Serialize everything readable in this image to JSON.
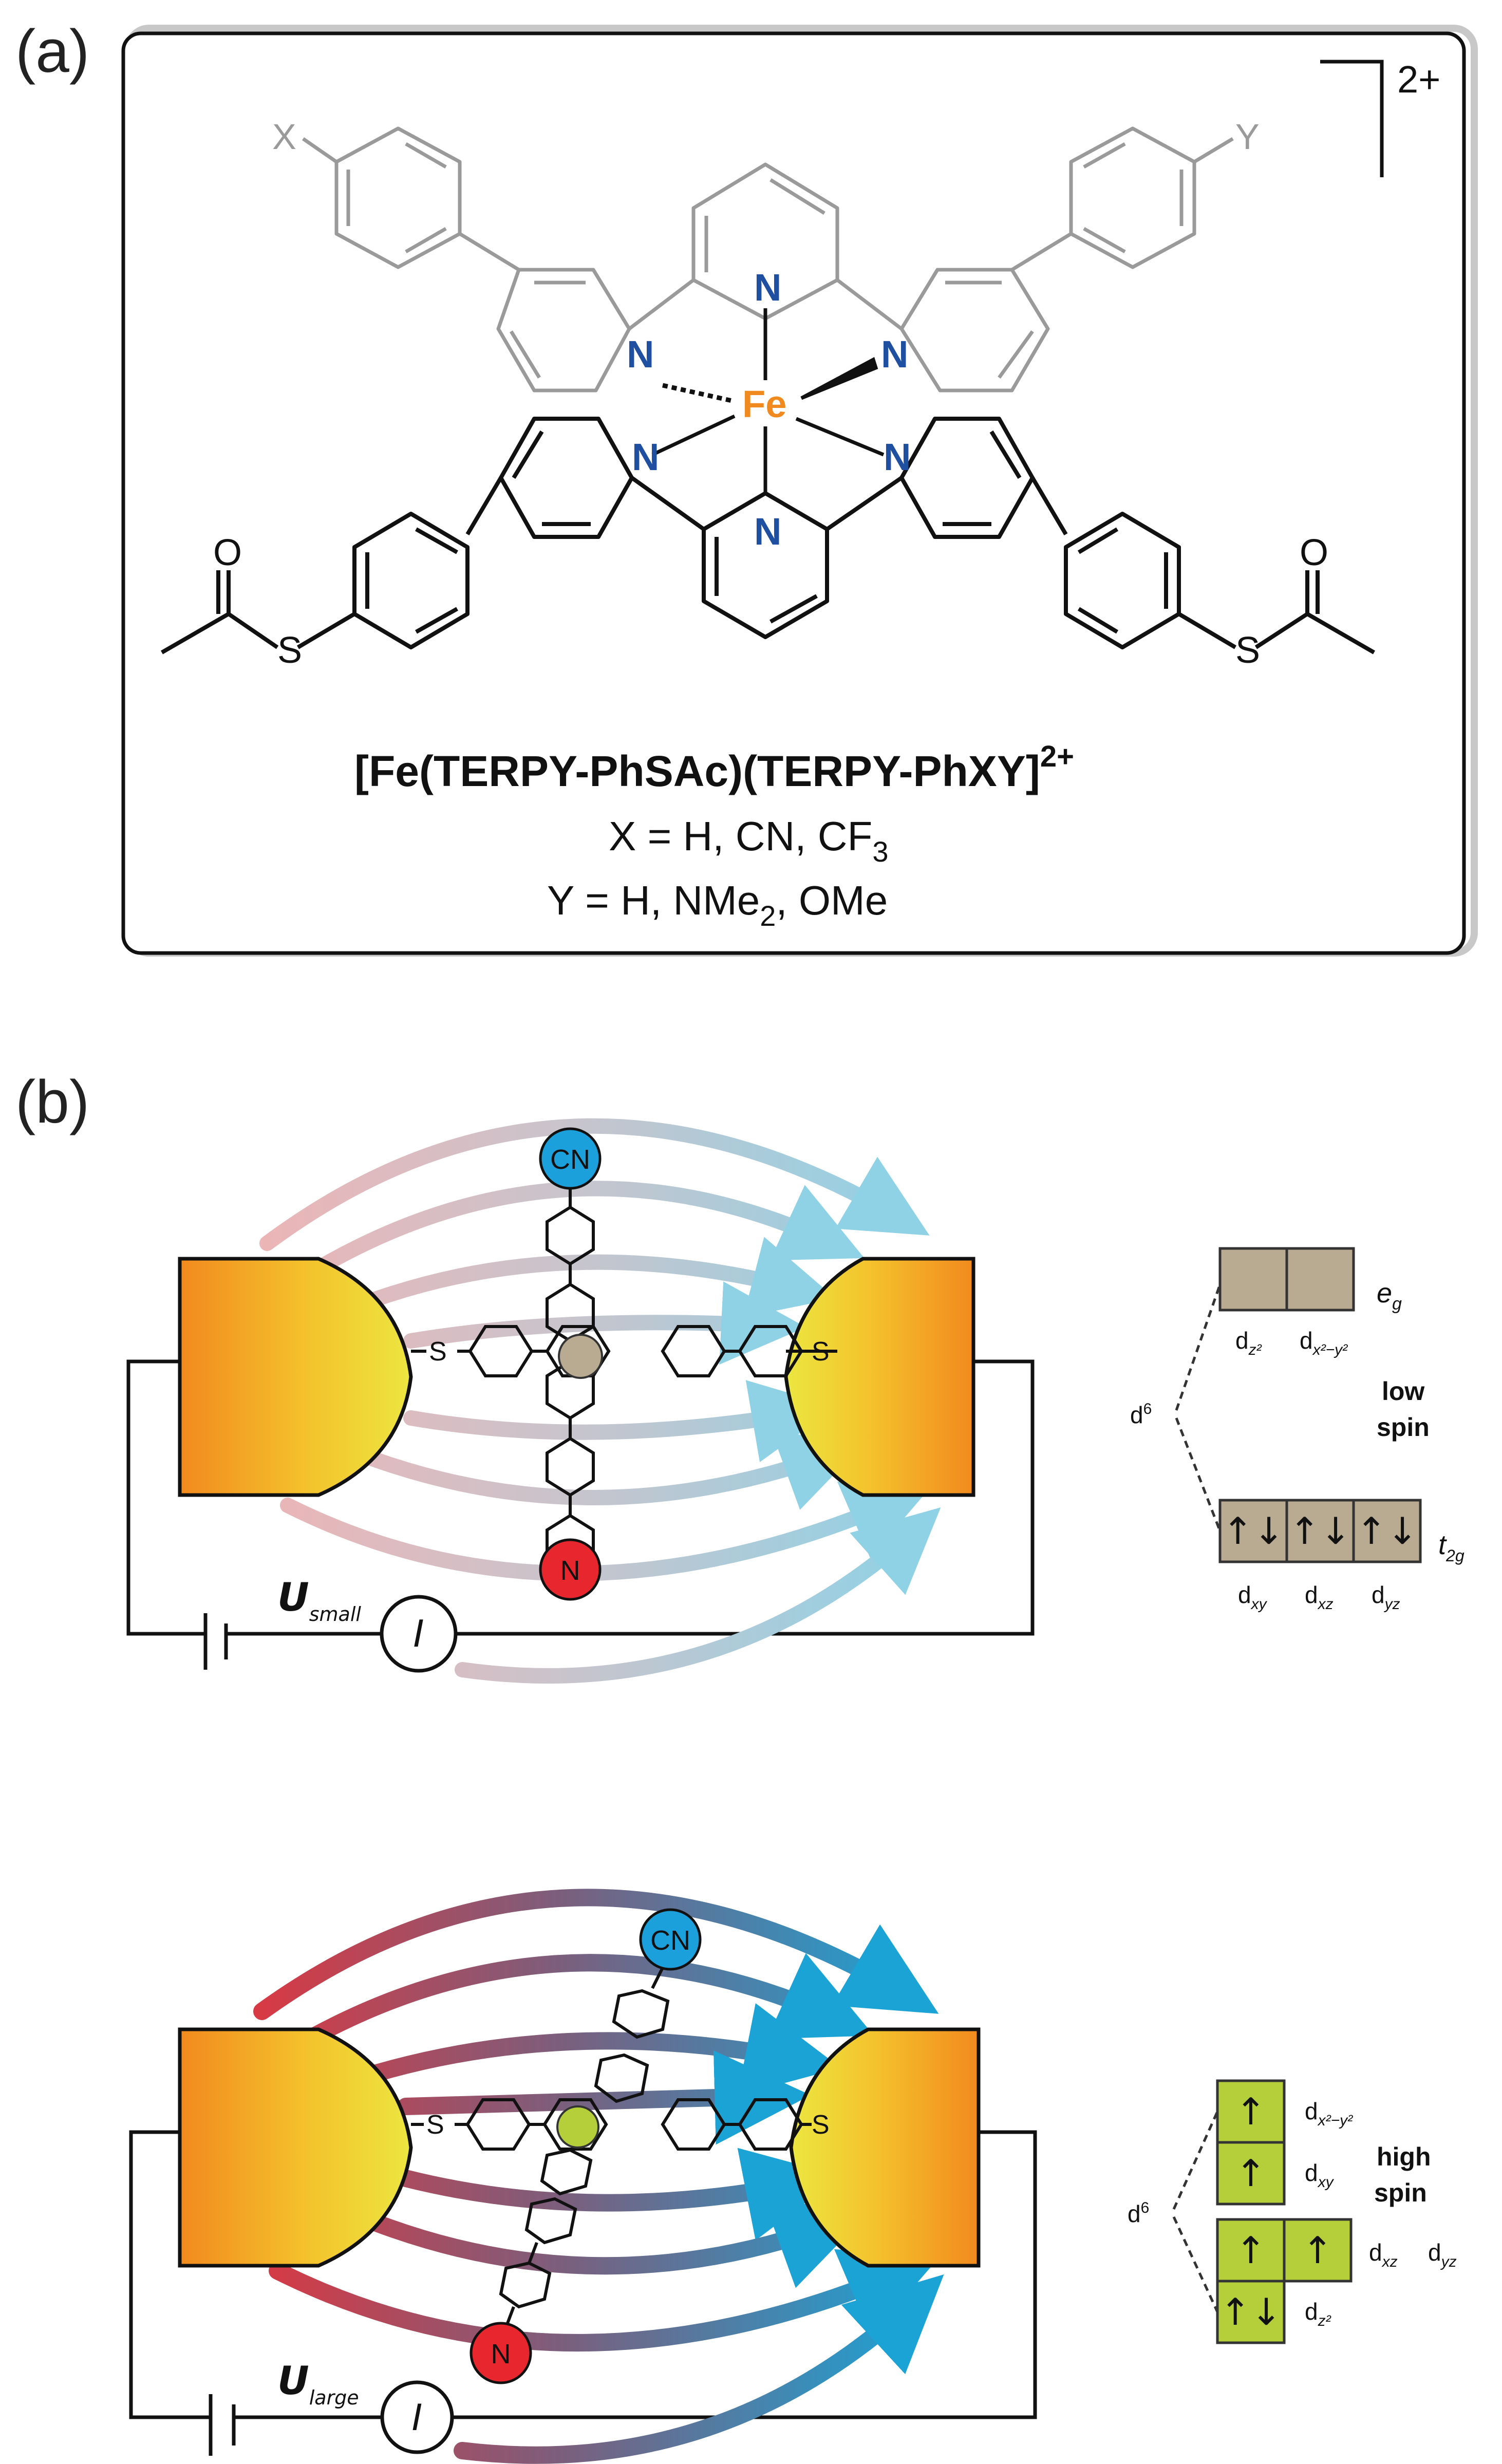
{
  "panel_a": {
    "label": "(a)",
    "charge": "2+",
    "sub_x": "X",
    "sub_y": "Y",
    "metal": "Fe",
    "n_atom": "N",
    "s_atom": "S",
    "o_atom": "O",
    "formula_main": "[Fe(TERPY-PhSAc)(TERPY-PhXY]",
    "formula_sup": "2+",
    "x_line_pre": "X = H, CN, CF",
    "x_line_sub": "3",
    "y_line_pre": "Y = H, NMe",
    "y_line_sub": "2",
    "y_line_post": ", OMe"
  },
  "panel_b": {
    "label": "(b)",
    "cn_label": "CN",
    "n_label": "N",
    "s_label": "S",
    "top": {
      "voltage_symbol": "U",
      "voltage_sub": "small",
      "current_symbol": "I",
      "d_config": "d",
      "d_config_sup": "6",
      "eg_label": "e",
      "eg_sub": "g",
      "t2g_label": "t",
      "t2g_sub": "2g",
      "spin_line1": "low",
      "spin_line2": "spin",
      "eg_orbitals": [
        "d",
        "d"
      ],
      "eg_orbital_subs": [
        "z²",
        "x²−y²"
      ],
      "t2g_orbitals": [
        "d",
        "d",
        "d"
      ],
      "t2g_orbital_subs": [
        "xy",
        "xz",
        "yz"
      ],
      "t2g_occupancy": [
        "↑↓",
        "↑↓",
        "↑↓"
      ]
    },
    "bottom": {
      "voltage_symbol": "U",
      "voltage_sub": "large",
      "current_symbol": "I",
      "d_config": "d",
      "d_config_sup": "6",
      "spin_line1": "high",
      "spin_line2": "spin",
      "orbitals": {
        "x2y2": {
          "label": "d",
          "sub": "x²−y²",
          "occupancy": "↑"
        },
        "xy": {
          "label": "d",
          "sub": "xy",
          "occupancy": "↑"
        },
        "xz": {
          "label": "d",
          "sub": "xz",
          "occupancy": "↑"
        },
        "yz": {
          "label": "d",
          "sub": "yz",
          "occupancy": "↑"
        },
        "z2": {
          "label": "d",
          "sub": "z²",
          "occupancy": "↑↓"
        }
      }
    }
  },
  "colors": {
    "low_spin_box": "#b8ab92",
    "high_spin_box": "#b5cf3a",
    "nitrogen": "#1f4fa0",
    "iron": "#f08a1e",
    "cn_circle": "#1ba0dc",
    "nme2_circle": "#e8262d",
    "gray_ligand": "#9a9a9a"
  }
}
